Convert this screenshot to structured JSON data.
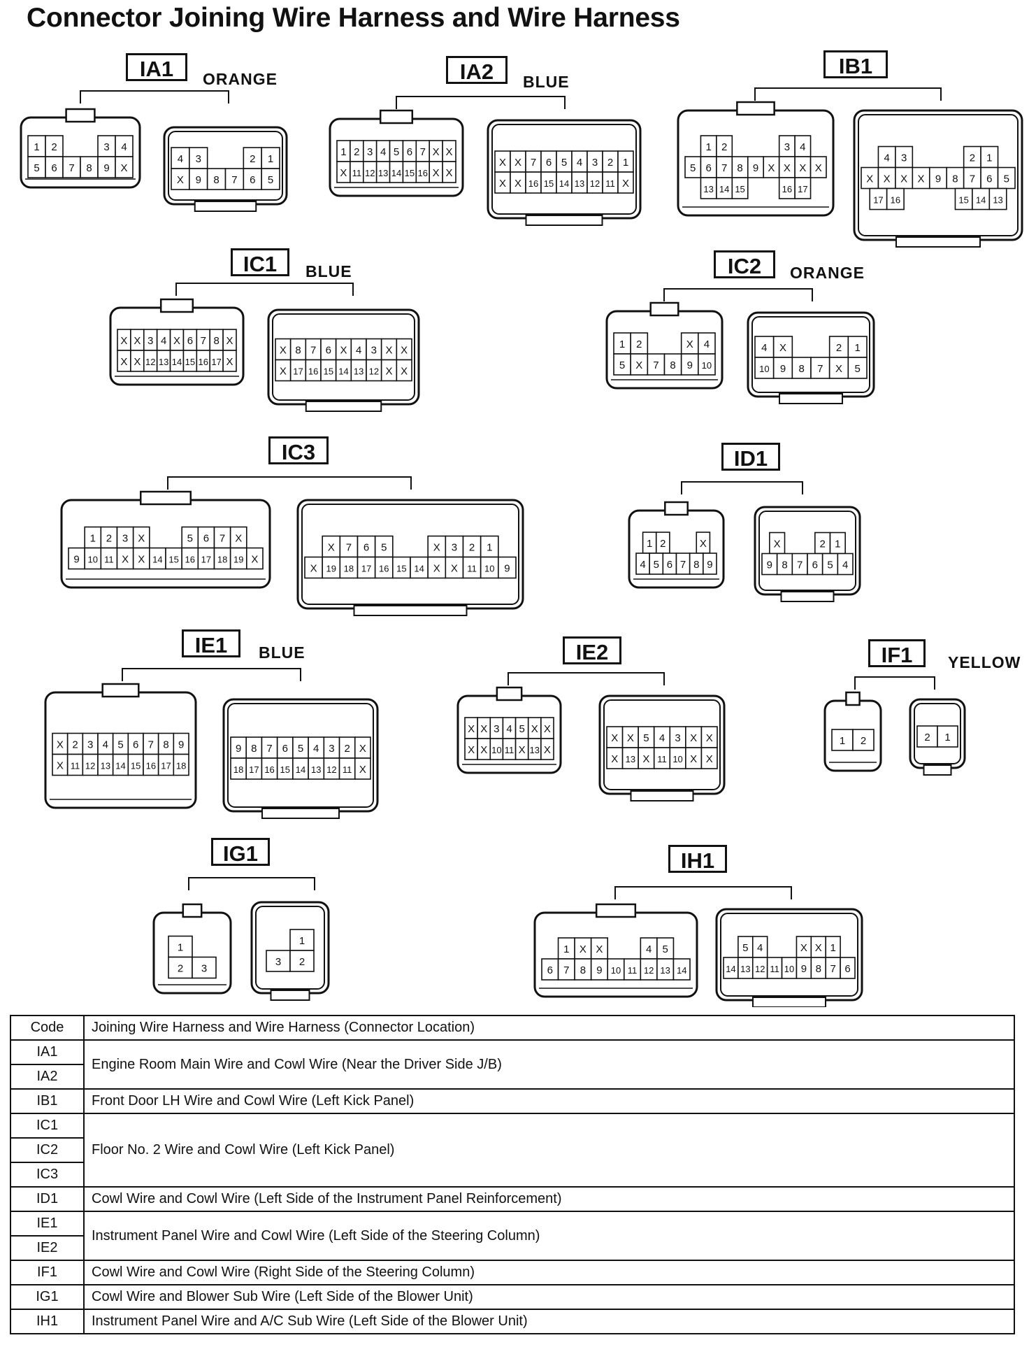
{
  "title": "Connector Joining Wire Harness and Wire Harness",
  "connectors": [
    {
      "code": "IA1",
      "color": "ORANGE",
      "female": [
        [
          "1",
          "2",
          "",
          "",
          "3",
          "4"
        ],
        [
          "5",
          "6",
          "7",
          "8",
          "9",
          "X"
        ]
      ],
      "male": [
        [
          "4",
          "3",
          "",
          "",
          "2",
          "1"
        ],
        [
          "X",
          "9",
          "8",
          "7",
          "6",
          "5"
        ]
      ]
    },
    {
      "code": "IA2",
      "color": "BLUE",
      "female": [
        [
          "1",
          "2",
          "3",
          "4",
          "5",
          "6",
          "7",
          "X",
          "X"
        ],
        [
          "X",
          "11",
          "12",
          "13",
          "14",
          "15",
          "16",
          "X",
          "X"
        ]
      ],
      "male": [
        [
          "X",
          "X",
          "7",
          "6",
          "5",
          "4",
          "3",
          "2",
          "1"
        ],
        [
          "X",
          "X",
          "16",
          "15",
          "14",
          "13",
          "12",
          "11",
          "X"
        ]
      ]
    },
    {
      "code": "IB1",
      "color": "",
      "female": [
        [
          "1",
          "2",
          "",
          "",
          "",
          "3",
          "4"
        ],
        [
          "5",
          "6",
          "7",
          "8",
          "9",
          "X",
          "X",
          "X",
          "X"
        ],
        [
          "13",
          "14",
          "15",
          "",
          "",
          "16",
          "17"
        ]
      ],
      "male": [
        [
          "4",
          "3",
          "",
          "",
          "",
          "2",
          "1"
        ],
        [
          "X",
          "X",
          "X",
          "X",
          "9",
          "8",
          "7",
          "6",
          "5"
        ],
        [
          "17",
          "16",
          "",
          "",
          "",
          "15",
          "14",
          "13"
        ]
      ]
    },
    {
      "code": "IC1",
      "color": "BLUE",
      "female": [
        [
          "X",
          "X",
          "3",
          "4",
          "X",
          "6",
          "7",
          "8",
          "X"
        ],
        [
          "X",
          "X",
          "12",
          "13",
          "14",
          "15",
          "16",
          "17",
          "X"
        ]
      ],
      "male": [
        [
          "X",
          "8",
          "7",
          "6",
          "X",
          "4",
          "3",
          "X",
          "X"
        ],
        [
          "X",
          "17",
          "16",
          "15",
          "14",
          "13",
          "12",
          "X",
          "X"
        ]
      ]
    },
    {
      "code": "IC2",
      "color": "ORANGE",
      "female": [
        [
          "1",
          "2",
          "",
          "",
          "X",
          "4"
        ],
        [
          "5",
          "X",
          "7",
          "8",
          "9",
          "10"
        ]
      ],
      "male": [
        [
          "4",
          "X",
          "",
          "",
          "2",
          "1"
        ],
        [
          "10",
          "9",
          "8",
          "7",
          "X",
          "5"
        ]
      ]
    },
    {
      "code": "IC3",
      "color": "",
      "female": [
        [
          "1",
          "2",
          "3",
          "X",
          "",
          "",
          "5",
          "6",
          "7",
          "X"
        ],
        [
          "9",
          "10",
          "11",
          "X",
          "X",
          "14",
          "15",
          "16",
          "17",
          "18",
          "19",
          "X"
        ]
      ],
      "male": [
        [
          "X",
          "7",
          "6",
          "5",
          "",
          "",
          "X",
          "3",
          "2",
          "1"
        ],
        [
          "X",
          "19",
          "18",
          "17",
          "16",
          "15",
          "14",
          "X",
          "X",
          "11",
          "10",
          "9"
        ]
      ]
    },
    {
      "code": "ID1",
      "color": "",
      "female": [
        [
          "1",
          "2",
          "",
          "",
          "X"
        ],
        [
          "4",
          "5",
          "6",
          "7",
          "8",
          "9"
        ]
      ],
      "male": [
        [
          "X",
          "",
          "",
          "2",
          "1"
        ],
        [
          "9",
          "8",
          "7",
          "6",
          "5",
          "4"
        ]
      ]
    },
    {
      "code": "IE1",
      "color": "BLUE",
      "female": [
        [
          "X",
          "2",
          "3",
          "4",
          "5",
          "6",
          "7",
          "8",
          "9"
        ],
        [
          "X",
          "11",
          "12",
          "13",
          "14",
          "15",
          "16",
          "17",
          "18"
        ]
      ],
      "male": [
        [
          "9",
          "8",
          "7",
          "6",
          "5",
          "4",
          "3",
          "2",
          "X"
        ],
        [
          "18",
          "17",
          "16",
          "15",
          "14",
          "13",
          "12",
          "11",
          "X"
        ]
      ]
    },
    {
      "code": "IE2",
      "color": "",
      "female": [
        [
          "X",
          "X",
          "3",
          "4",
          "5",
          "X",
          "X"
        ],
        [
          "X",
          "X",
          "10",
          "11",
          "X",
          "13",
          "X"
        ]
      ],
      "male": [
        [
          "X",
          "X",
          "5",
          "4",
          "3",
          "X",
          "X"
        ],
        [
          "X",
          "13",
          "X",
          "11",
          "10",
          "X",
          "X"
        ]
      ]
    },
    {
      "code": "IF1",
      "color": "YELLOW",
      "female": [
        [
          "1",
          "2"
        ]
      ],
      "male": [
        [
          "2",
          "1"
        ]
      ]
    },
    {
      "code": "IG1",
      "color": "",
      "female": [
        [
          "1",
          ""
        ],
        [
          "2",
          "3"
        ]
      ],
      "male": [
        [
          "",
          "1"
        ],
        [
          "3",
          "2"
        ]
      ]
    },
    {
      "code": "IH1",
      "color": "",
      "female": [
        [
          "1",
          "X",
          "X",
          "",
          "",
          "4",
          "5"
        ],
        [
          "6",
          "7",
          "8",
          "9",
          "10",
          "11",
          "12",
          "13",
          "14"
        ]
      ],
      "male": [
        [
          "5",
          "4",
          "",
          "",
          "X",
          "X",
          "1"
        ],
        [
          "14",
          "13",
          "12",
          "11",
          "10",
          "9",
          "8",
          "7",
          "6"
        ]
      ]
    }
  ],
  "table": {
    "header_code": "Code",
    "header_desc": "Joining Wire Harness and Wire Harness (Connector Location)",
    "rows": [
      {
        "codes": [
          "IA1",
          "IA2"
        ],
        "desc": "Engine Room Main Wire and Cowl Wire (Near the Driver Side J/B)"
      },
      {
        "codes": [
          "IB1"
        ],
        "desc": "Front Door LH Wire and Cowl Wire (Left Kick Panel)"
      },
      {
        "codes": [
          "IC1",
          "IC2",
          "IC3"
        ],
        "desc": "Floor No. 2 Wire and Cowl Wire (Left Kick Panel)"
      },
      {
        "codes": [
          "ID1"
        ],
        "desc": "Cowl Wire and Cowl Wire (Left Side of the Instrument Panel Reinforcement)"
      },
      {
        "codes": [
          "IE1",
          "IE2"
        ],
        "desc": "Instrument Panel Wire and Cowl Wire (Left Side of the Steering Column)"
      },
      {
        "codes": [
          "IF1"
        ],
        "desc": "Cowl Wire and Cowl Wire (Right Side of the Steering Column)"
      },
      {
        "codes": [
          "IG1"
        ],
        "desc": "Cowl Wire and Blower Sub Wire (Left Side of the Blower Unit)"
      },
      {
        "codes": [
          "IH1"
        ],
        "desc": "Instrument Panel Wire and A/C Sub Wire (Left Side of the Blower Unit)"
      }
    ]
  }
}
